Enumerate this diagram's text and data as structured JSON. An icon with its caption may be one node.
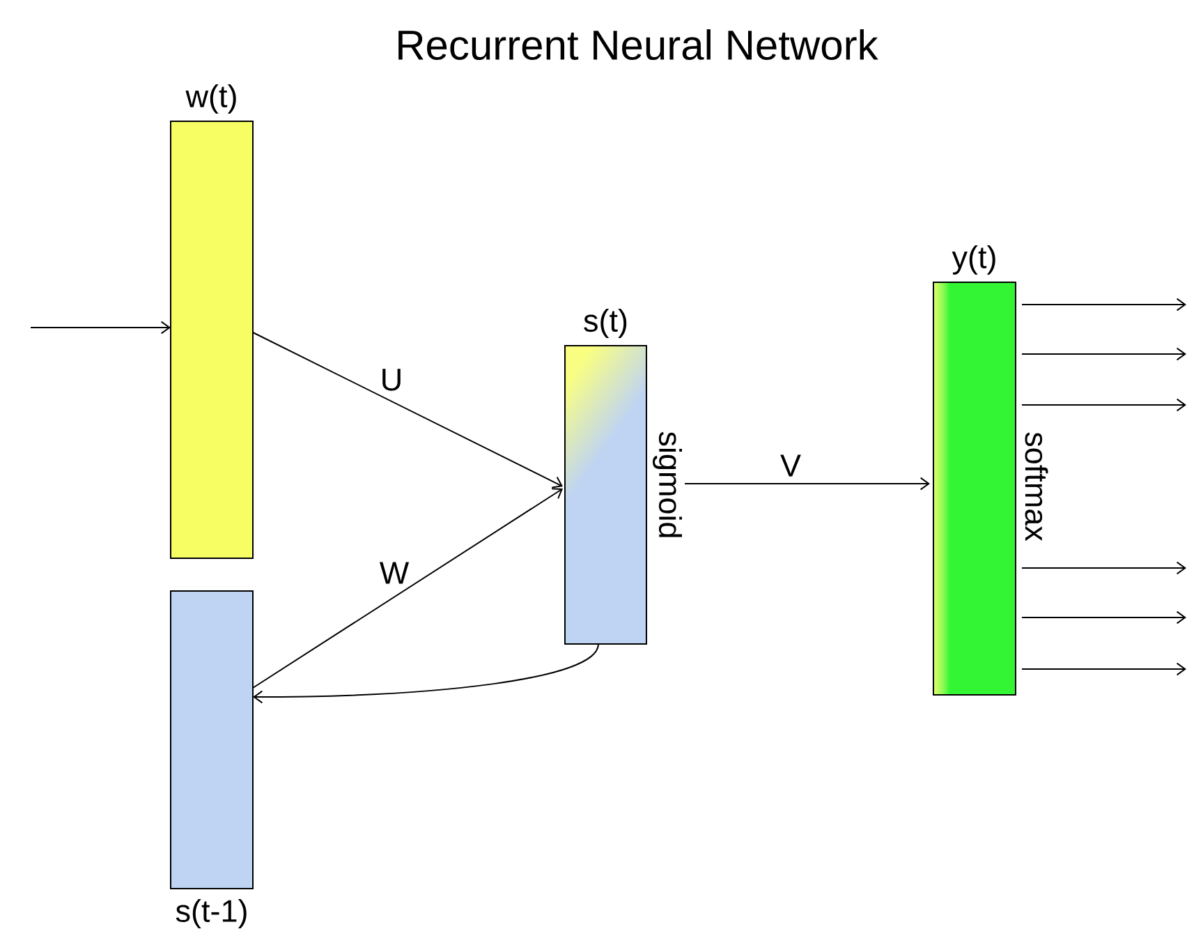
{
  "diagram": {
    "title": "Recurrent Neural Network",
    "nodes": [
      {
        "text": [
          "w(t)"
        ]
      },
      {
        "text": [
          "s(t-1)"
        ]
      },
      {
        "text": [
          "s(t)"
        ],
        "beside": [
          "sigmoid"
        ]
      },
      {
        "text": [
          "y(t)"
        ],
        "beside": [
          "softmax"
        ]
      }
    ],
    "edges": [
      {
        "from": null,
        "to": 0,
        "arrow": "to"
      },
      {
        "from": 0,
        "to": 2,
        "arrow": "to",
        "label": "U"
      },
      {
        "from": 1,
        "to": 2,
        "arrow": "to",
        "label": "W"
      },
      {
        "from": 2,
        "to": 1,
        "arrow": "to"
      },
      {
        "from": 2,
        "to": 3,
        "arrow": "to",
        "label": "V"
      },
      {
        "from": 3,
        "to": null,
        "arrow": "to"
      },
      {
        "from": 3,
        "to": null,
        "arrow": "to"
      },
      {
        "from": 3,
        "to": null,
        "arrow": "to"
      },
      {
        "from": 3,
        "to": null,
        "arrow": "to"
      },
      {
        "from": 3,
        "to": null,
        "arrow": "to"
      },
      {
        "from": 3,
        "to": null,
        "arrow": "to"
      }
    ]
  }
}
